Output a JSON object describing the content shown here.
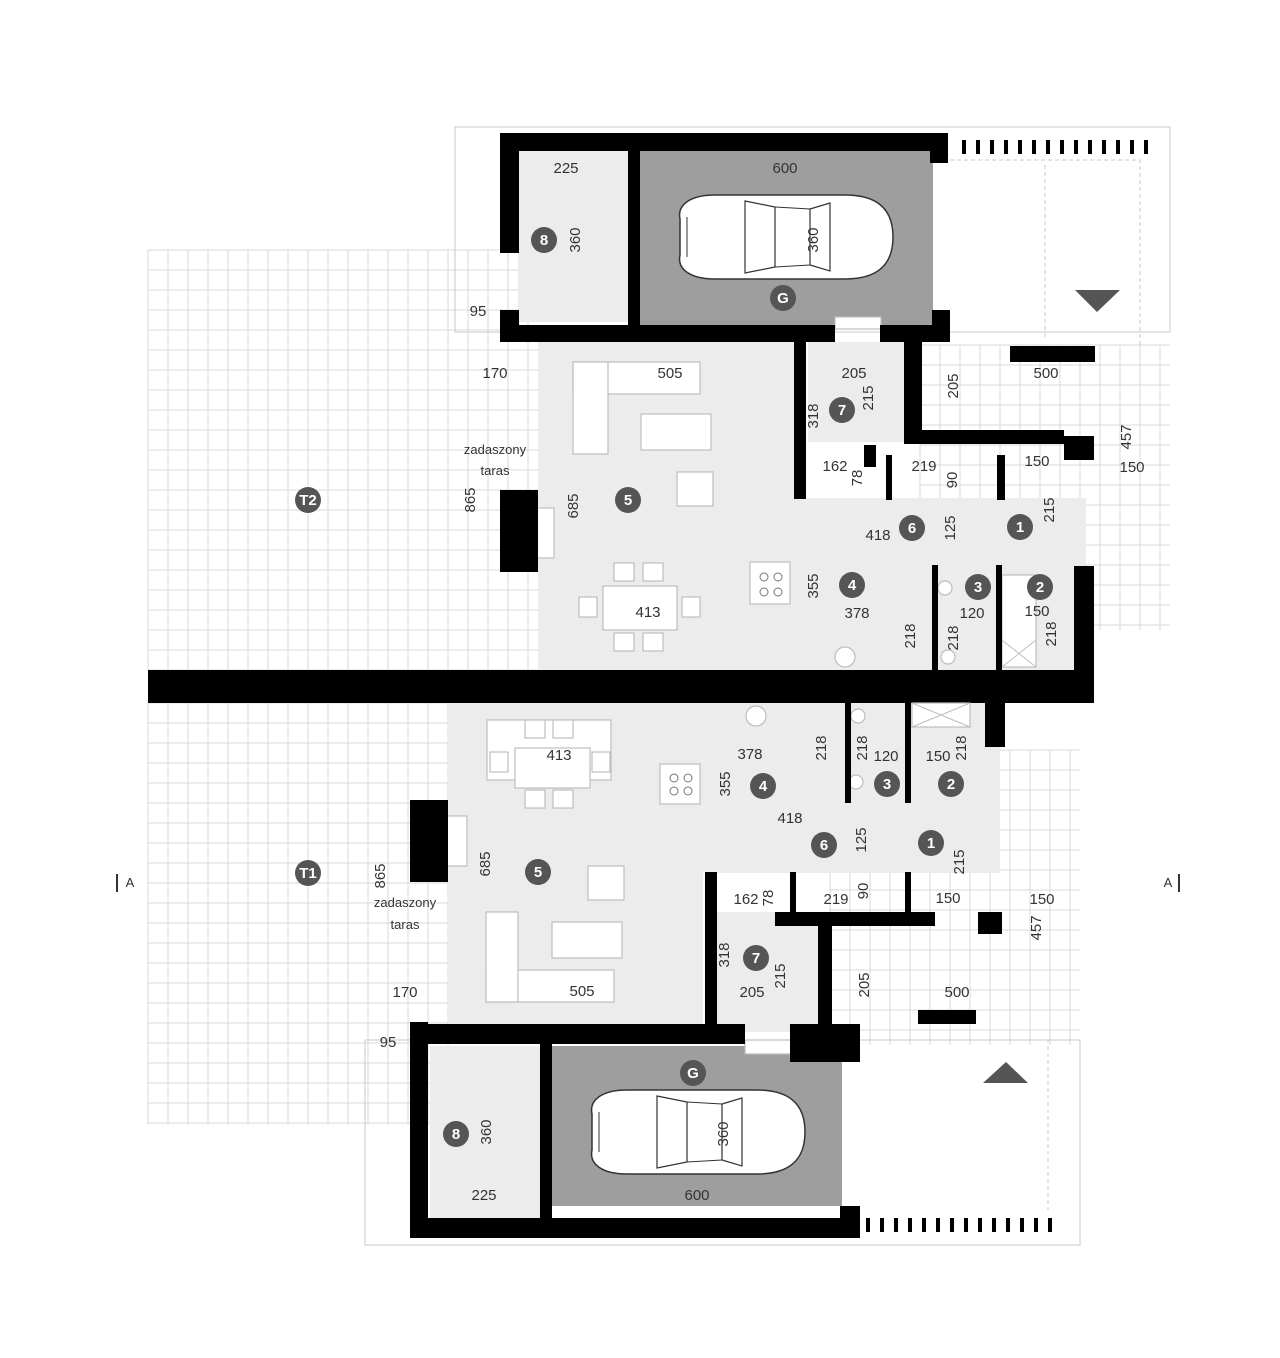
{
  "colors": {
    "wall": "#000000",
    "room_floor": "#ececec",
    "garage_floor": "#9e9e9e",
    "terrace_grid": "#d8d8d8",
    "room_marker": "#555555"
  },
  "section_marker": "A",
  "units": {
    "upper": {
      "terrace": {
        "id": "T2",
        "label_line1": "zadaszony",
        "label_line2": "taras",
        "depth": "865",
        "offset": "170",
        "gap": "95"
      },
      "rooms": [
        {
          "no": "1",
          "dims": [
            "150",
            "215"
          ]
        },
        {
          "no": "2",
          "dims": [
            "150",
            "218"
          ]
        },
        {
          "no": "3",
          "dims": [
            "120",
            "218"
          ]
        },
        {
          "no": "4",
          "dims": [
            "378",
            "355",
            "218"
          ]
        },
        {
          "no": "5",
          "dims": [
            "505",
            "685",
            "413"
          ]
        },
        {
          "no": "6",
          "dims": [
            "418",
            "125"
          ]
        },
        {
          "no": "7",
          "dims": [
            "205",
            "215",
            "318"
          ]
        },
        {
          "no": "8",
          "dims": [
            "225",
            "360"
          ]
        },
        {
          "no": "G",
          "dims": [
            "600",
            "360"
          ]
        }
      ],
      "corridor_dims": [
        "162",
        "78",
        "219",
        "90"
      ],
      "entrance_dims": [
        "205",
        "500",
        "457",
        "150"
      ]
    },
    "lower": {
      "terrace": {
        "id": "T1",
        "label_line1": "zadaszony",
        "label_line2": "taras",
        "depth": "865",
        "offset": "170",
        "gap": "95"
      },
      "rooms": [
        {
          "no": "1",
          "dims": [
            "150",
            "215"
          ]
        },
        {
          "no": "2",
          "dims": [
            "150",
            "218"
          ]
        },
        {
          "no": "3",
          "dims": [
            "120",
            "218"
          ]
        },
        {
          "no": "4",
          "dims": [
            "378",
            "355",
            "218"
          ]
        },
        {
          "no": "5",
          "dims": [
            "505",
            "685",
            "413"
          ]
        },
        {
          "no": "6",
          "dims": [
            "418",
            "125"
          ]
        },
        {
          "no": "7",
          "dims": [
            "205",
            "215",
            "318"
          ]
        },
        {
          "no": "8",
          "dims": [
            "225",
            "360"
          ]
        },
        {
          "no": "G",
          "dims": [
            "600",
            "360"
          ]
        }
      ],
      "corridor_dims": [
        "162",
        "78",
        "219",
        "90"
      ],
      "entrance_dims": [
        "205",
        "500",
        "457",
        "150"
      ]
    }
  }
}
